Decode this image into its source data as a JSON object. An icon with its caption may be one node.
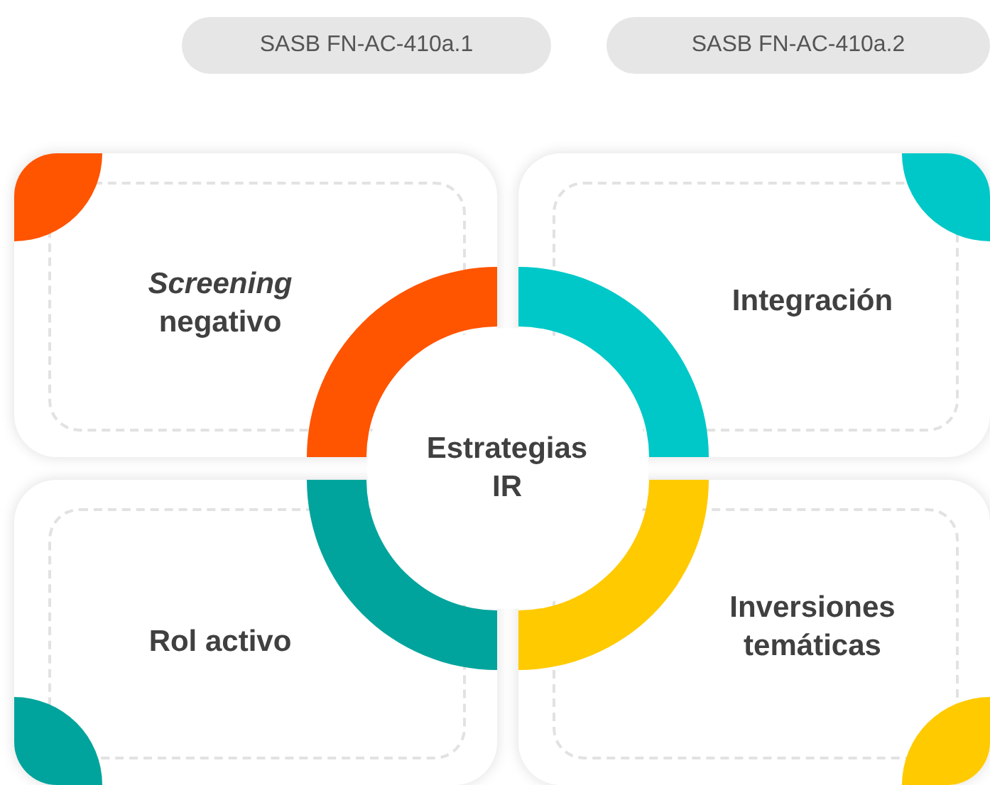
{
  "diagram": {
    "nodes": [
      {
        "text": [
          "*Screening* negativo"
        ]
      },
      {
        "text": [
          "Integración"
        ]
      },
      {
        "text": [
          "Estrategias IR"
        ]
      },
      {
        "text": [
          "Rol activo"
        ]
      },
      {
        "text": [
          "Inversiones temáticas"
        ]
      }
    ],
    "labels": [
      "SASB FN-AC-410a.1",
      "SASB FN-AC-410a.2"
    ]
  }
}
